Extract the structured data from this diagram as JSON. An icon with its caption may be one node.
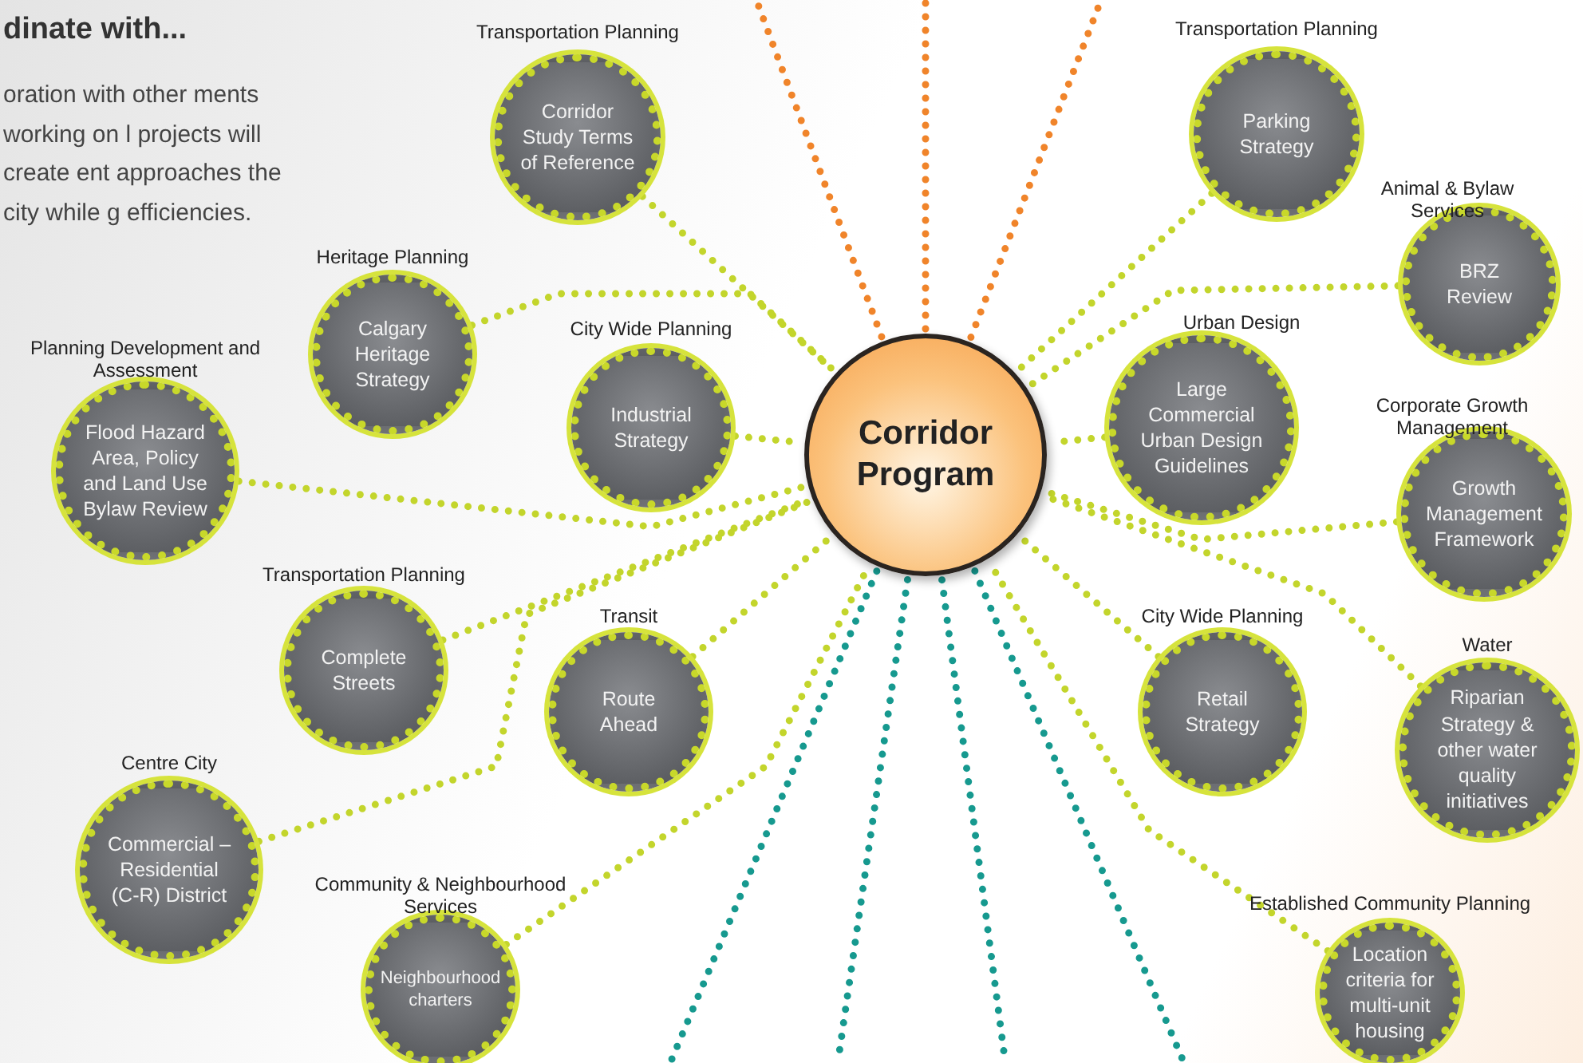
{
  "diagram": {
    "title": "dinate with...",
    "nodes": [
      {
        "text": [
          "Corridor Program"
        ]
      },
      {
        "text": [
          "Corridor Study Terms of Reference"
        ],
        "beside": [
          "Transportation Planning"
        ]
      },
      {
        "text": [
          "Parking Strategy"
        ],
        "beside": [
          "Transportation Planning"
        ]
      },
      {
        "text": [
          "BRZ Review"
        ],
        "beside": [
          "Animal & Bylaw Services"
        ]
      },
      {
        "text": [
          "Calgary Heritage Strategy"
        ],
        "beside": [
          "Heritage Planning"
        ]
      },
      {
        "text": [
          "Industrial Strategy"
        ],
        "beside": [
          "City Wide Planning"
        ]
      },
      {
        "text": [
          "Large Commercial Urban Design Guidelines"
        ],
        "beside": [
          "Urban Design"
        ]
      },
      {
        "text": [
          "Flood Hazard Area, Policy and Land Use Bylaw Review"
        ],
        "beside": [
          "Planning Development and Assessment"
        ]
      },
      {
        "text": [
          "Growth Management Framework"
        ],
        "beside": [
          "Corporate Growth Management"
        ]
      },
      {
        "text": [
          "Complete Streets"
        ],
        "beside": [
          "Transportation Planning"
        ]
      },
      {
        "text": [
          "Route Ahead"
        ],
        "beside": [
          "Transit"
        ]
      },
      {
        "text": [
          "Retail Strategy"
        ],
        "beside": [
          "City Wide Planning"
        ]
      },
      {
        "text": [
          "Riparian Strategy & other water quality initiatives"
        ],
        "beside": [
          "Water"
        ]
      },
      {
        "text": [
          "Commercial – Residential (C-R) District"
        ],
        "beside": [
          "Centre City"
        ]
      },
      {
        "text": [
          "Neighbourhood charters"
        ],
        "beside": [
          "Community & Neighbourhood Services"
        ]
      },
      {
        "text": [
          "Location criteria for multi-unit housing"
        ],
        "beside": [
          "Established Community Planning"
        ]
      }
    ],
    "edges": [
      {
        "from": 1,
        "to": 0,
        "arrow": "none"
      },
      {
        "from": 2,
        "to": 0,
        "arrow": "none"
      },
      {
        "from": 3,
        "to": 0,
        "arrow": "none"
      },
      {
        "from": 4,
        "to": 0,
        "arrow": "none"
      },
      {
        "from": 5,
        "to": 0,
        "arrow": "none"
      },
      {
        "from": 6,
        "to": 0,
        "arrow": "none"
      },
      {
        "from": 7,
        "to": 0,
        "arrow": "none"
      },
      {
        "from": 8,
        "to": 0,
        "arrow": "none"
      },
      {
        "from": 9,
        "to": 0,
        "arrow": "none"
      },
      {
        "from": 10,
        "to": 0,
        "arrow": "none"
      },
      {
        "from": 11,
        "to": 0,
        "arrow": "none"
      },
      {
        "from": 12,
        "to": 0,
        "arrow": "none"
      },
      {
        "from": 13,
        "to": 0,
        "arrow": "none"
      },
      {
        "from": 14,
        "to": 0,
        "arrow": "none"
      },
      {
        "from": 15,
        "to": 0,
        "arrow": "none"
      },
      {
        "from": 0,
        "to": null,
        "arrow": "none",
        "color": "#f0842a"
      },
      {
        "from": 0,
        "to": null,
        "arrow": "none",
        "color": "#f0842a"
      },
      {
        "from": 0,
        "to": null,
        "arrow": "none",
        "color": "#f0842a"
      },
      {
        "from": 0,
        "to": null,
        "arrow": "none",
        "color": "#16998f"
      },
      {
        "from": 0,
        "to": null,
        "arrow": "none",
        "color": "#16998f"
      },
      {
        "from": 0,
        "to": null,
        "arrow": "none",
        "color": "#16998f"
      },
      {
        "from": 0,
        "to": null,
        "arrow": "none",
        "color": "#16998f"
      }
    ],
    "labels": [
      "oration with other ments working on l projects will create ent approaches the city while g efficiencies."
    ]
  }
}
